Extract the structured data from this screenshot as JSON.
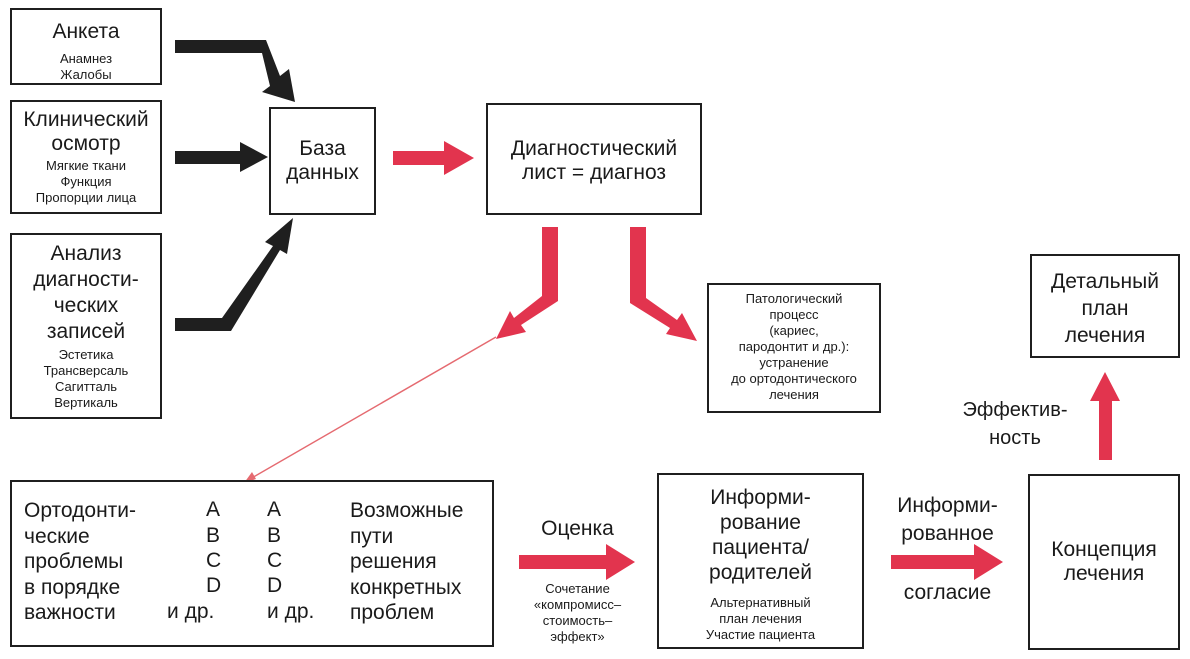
{
  "colors": {
    "dark": "#1f1f1f",
    "red": "#e2344e",
    "thin_red": "#e56a70"
  },
  "anketa": {
    "title": "Анкета",
    "details": "Анамнез\nЖалобы"
  },
  "klinicheskiy": {
    "title": "Клинический\nосмотр",
    "details": "Мягкие ткани\nФункция\nПропорции лица"
  },
  "analiz": {
    "title": "Анализ\nдиагности-\nческих\nзаписей",
    "details": "Эстетика\nТрансверсаль\nСагитталь\nВертикаль"
  },
  "baza": {
    "title": "База\nданных"
  },
  "diagnosticheskiy": {
    "title": "Диагностический\nлист = диагноз"
  },
  "patologicheskiy": {
    "text": "Патологический\nпроцесс\n(кариес,\nпародонтит и др.):\nустранение\nдо ортодонтического\nлечения"
  },
  "detalnyy": {
    "title": "Детальный\nплан\nлечения"
  },
  "effektivnost": {
    "label": "Эффектив-\nность"
  },
  "ortho": {
    "problems": "Ортодонти-\nческие\nпроблемы\nв порядке\nважности",
    "rows": [
      {
        "left": "A",
        "right": "A"
      },
      {
        "left": "B",
        "right": "B"
      },
      {
        "left": "C",
        "right": "C"
      },
      {
        "left": "D",
        "right": "D"
      },
      {
        "left": "и др.",
        "right": "и др."
      }
    ],
    "solutions": "Возможные\nпути\nрешения\nконкретных\nпроблем"
  },
  "ocenka": {
    "label": "Оценка",
    "sub": "Сочетание\n«компромисс–\nстоимость–\nэффект»"
  },
  "informirovanie": {
    "title": "Информи-\nрование\nпациента/\nродителей",
    "details": "Альтернативный\nплан лечения\nУчастие пациента"
  },
  "soglasie": {
    "top": "Информи-\nрованное",
    "bottom": "согласие"
  },
  "koncepciya": {
    "title": "Концепция\nлечения"
  }
}
